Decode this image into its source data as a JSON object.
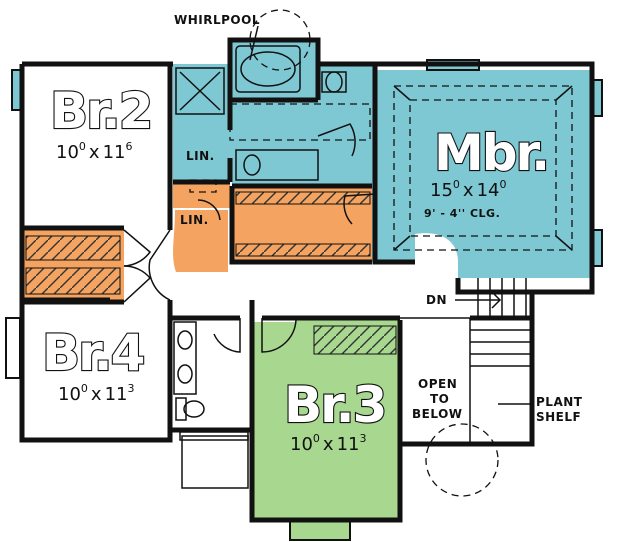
{
  "rooms": {
    "br2": {
      "name": "Br.2",
      "dim_w": "10",
      "dim_w_sup": "0",
      "dim_sep": "x",
      "dim_l": "11",
      "dim_l_sup": "6"
    },
    "mbr": {
      "name": "Mbr.",
      "dim_w": "15",
      "dim_w_sup": "0",
      "dim_sep": "x",
      "dim_l": "14",
      "dim_l_sup": "0",
      "ceiling": "9' - 4'' CLG."
    },
    "br4": {
      "name": "Br.4",
      "dim_w": "10",
      "dim_w_sup": "0",
      "dim_sep": "x",
      "dim_l": "11",
      "dim_l_sup": "3"
    },
    "br3": {
      "name": "Br.3",
      "dim_w": "10",
      "dim_w_sup": "0",
      "dim_sep": "x",
      "dim_l": "11",
      "dim_l_sup": "3"
    }
  },
  "labels": {
    "whirlpool": "WHIRLPOOL",
    "lin_upper": "LIN.",
    "lin_lower": "LIN.",
    "dn": "DN",
    "open_line1": "OPEN",
    "open_line2": "TO",
    "open_line3": "BELOW",
    "plant_line1": "PLANT",
    "plant_line2": "SHELF"
  },
  "colors": {
    "bath": "#7ec8d4",
    "closet": "#f4a460",
    "br3": "#a8d890",
    "wall": "#111111"
  }
}
